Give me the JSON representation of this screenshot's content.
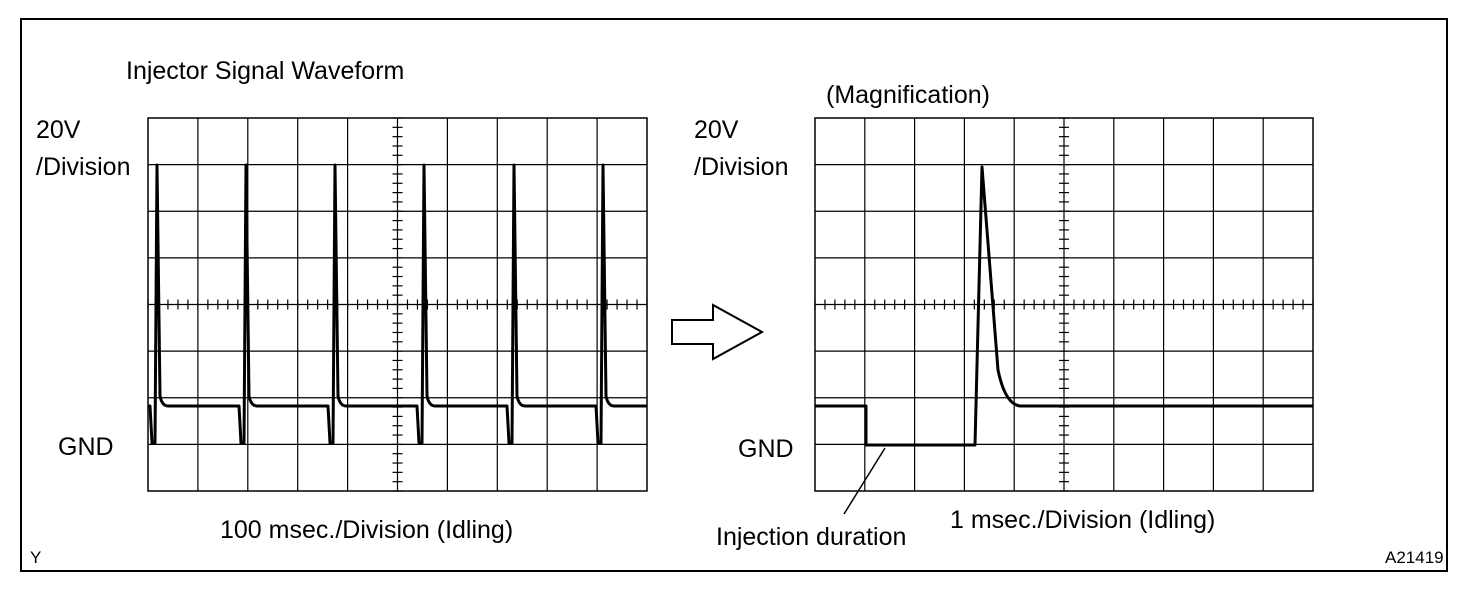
{
  "header": {
    "title": "Injector Signal Waveform",
    "magnification": "(Magnification)"
  },
  "left_scope": {
    "vscale_line1": "20V",
    "vscale_line2": "/Division",
    "gnd": "GND",
    "hscale": "100 msec./Division (Idling)"
  },
  "right_scope": {
    "vscale_line1": "20V",
    "vscale_line2": "/Division",
    "gnd": "GND",
    "hscale": "1 msec./Division (Idling)",
    "callout": "Injection duration"
  },
  "footer": {
    "left_code": "Y",
    "figure_id": "A21419"
  }
}
